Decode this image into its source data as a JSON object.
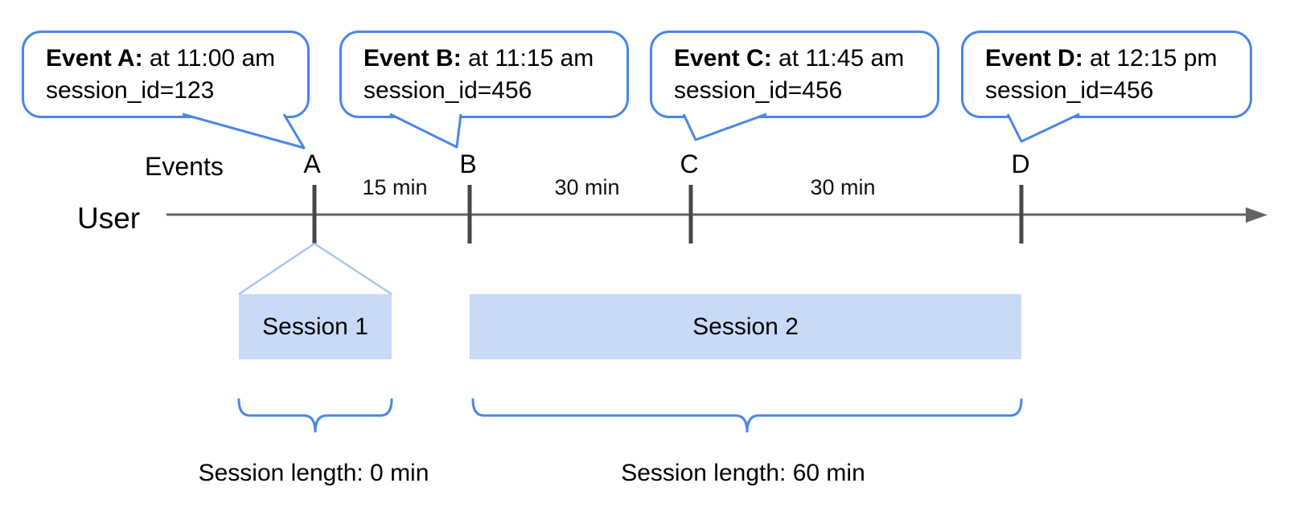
{
  "diagram": {
    "axis": {
      "events_row_label": "Events",
      "timeline_label": "User"
    },
    "events": [
      {
        "letter": "A",
        "callout_bold": "Event A:",
        "callout_time": " at 11:00 am",
        "callout_session": "session_id=123"
      },
      {
        "letter": "B",
        "callout_bold": "Event B:",
        "callout_time": " at 11:15 am",
        "callout_session": "session_id=456"
      },
      {
        "letter": "C",
        "callout_bold": "Event C:",
        "callout_time": " at 11:45 am",
        "callout_session": "session_id=456"
      },
      {
        "letter": "D",
        "callout_bold": "Event D:",
        "callout_time": " at 12:15 pm",
        "callout_session": "session_id=456"
      }
    ],
    "intervals": [
      {
        "label": "15 min"
      },
      {
        "label": "30 min"
      },
      {
        "label": "30 min"
      }
    ],
    "sessions": [
      {
        "name": "Session 1",
        "length_label": "Session length: 0 min"
      },
      {
        "name": "Session 2",
        "length_label": "Session length: 60 min"
      }
    ],
    "colors": {
      "accent_blue": "#4a86e8",
      "session_fill": "#c9daf8",
      "funnel_blue": "#a8c5f0",
      "timeline_gray": "#636363",
      "tick_gray": "#474747"
    }
  }
}
